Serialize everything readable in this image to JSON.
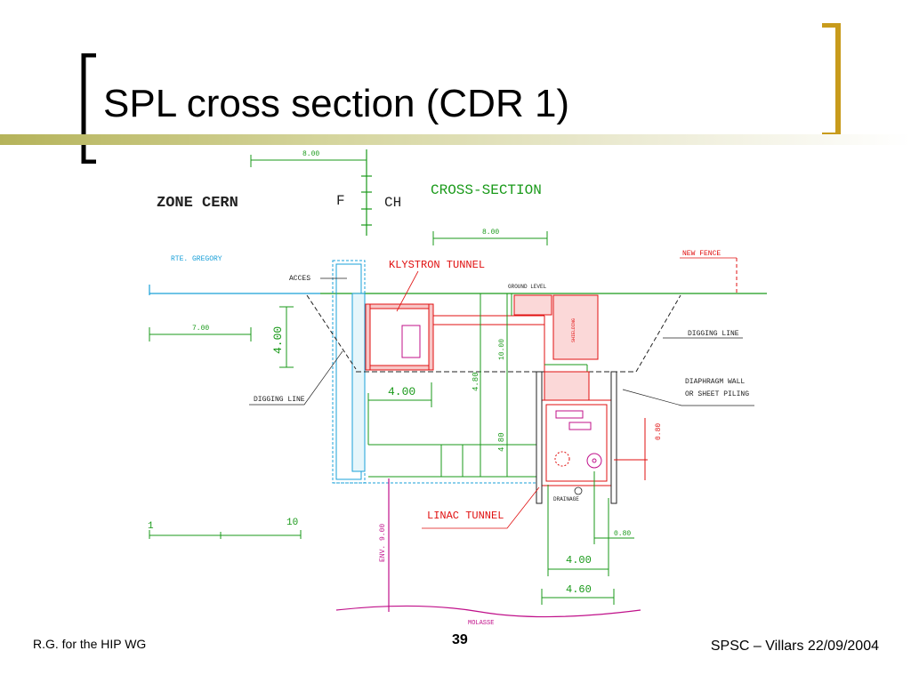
{
  "slide": {
    "title": "SPL cross section (CDR 1)",
    "page_number": "39",
    "footer_left": "R.G. for the HIP WG",
    "footer_right": "SPSC – Villars 22/09/2004",
    "accent_color": "#c89b1c",
    "bar_color": "#b5b35a"
  },
  "drawing": {
    "zone": "ZONE CERN",
    "border_f": "F",
    "border_ch": "CH",
    "cross_section": "CROSS-SECTION",
    "rte_gregory": "RTE. GREGORY",
    "acces": "ACCES",
    "klystron_tunnel": "KLYSTRON TUNNEL",
    "ground_level": "GROUND LEVEL",
    "new_fence": "NEW FENCE",
    "shielding": "SHIELDING",
    "digging_line_right": "DIGGING LINE",
    "digging_line_left": "DIGGING LINE",
    "diaphragm_1": "DIAPHRAGM WALL",
    "diaphragm_2": "OR SHEET PILING",
    "linac_tunnel": "LINAC TUNNEL",
    "drainage": "DRAINAGE",
    "molasse": "MOLASSE",
    "env": "ENV. 9.00",
    "dim_800_top": "8.00",
    "dim_800_mid": "8.00",
    "dim_700": "7.00",
    "dim_400_vert": "4.00",
    "dim_400_kly": "4.00",
    "dim_1000": "10.00",
    "dim_480_a": "4.80",
    "dim_480_b": "4.80",
    "dim_080_vert": "0.80",
    "dim_080_horiz": "0.80",
    "dim_400_bottom": "4.00",
    "dim_460": "4.60",
    "scale_1": "1",
    "scale_10": "10"
  }
}
